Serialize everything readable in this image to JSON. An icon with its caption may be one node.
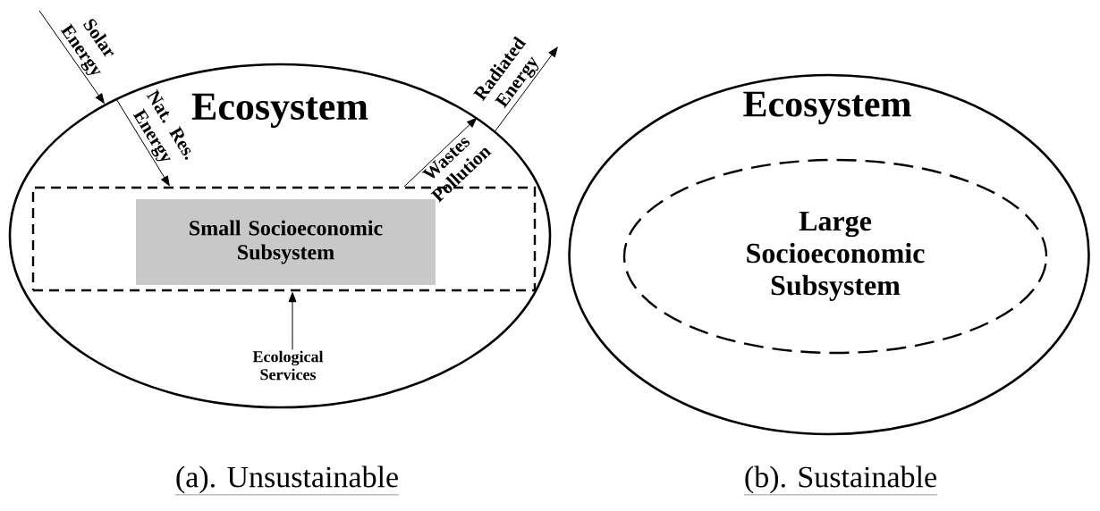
{
  "diagram": {
    "nodes": [
      {
        "text": [
          "Ecosystem"
        ]
      },
      {
        "text": [],
        "shape": "box",
        "in": 0
      },
      {
        "text": [
          "Small Socioeconomic Subsystem"
        ],
        "in": 1
      },
      {
        "text": [
          "Ecological Services"
        ],
        "in": 0
      },
      {
        "text": [
          "Ecosystem"
        ]
      },
      {
        "text": [
          "Large Socioeconomic Subsystem"
        ],
        "in": 4
      }
    ],
    "edges": [
      {
        "from": null,
        "to": 0,
        "arrow": "to",
        "label": "Solar Energy"
      },
      {
        "from": 0,
        "to": 1,
        "arrow": "to",
        "label": "Nat. Res. Energy"
      },
      {
        "from": 1,
        "to": 0,
        "arrow": "to",
        "label": "Wastes Pollution"
      },
      {
        "from": 0,
        "to": null,
        "arrow": "to",
        "label": "Radiated Energy"
      },
      {
        "from": 3,
        "to": 1,
        "arrow": "to"
      }
    ],
    "labels": [
      "(a). Unsustainable",
      "(b). Sustainable"
    ]
  }
}
